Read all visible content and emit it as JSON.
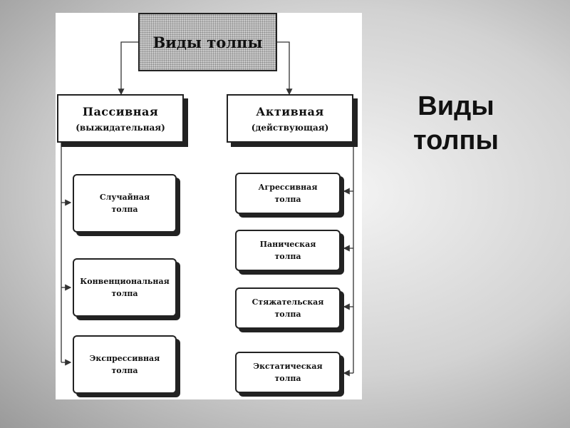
{
  "diagram": {
    "title": "Виды толпы",
    "passive": {
      "title": "Пассивная",
      "subtitle": "(выжидательная)",
      "items": [
        {
          "line1": "Случайная",
          "line2": "толпа"
        },
        {
          "line1": "Конвенциональная",
          "line2": "толпа"
        },
        {
          "line1": "Экспрессивная",
          "line2": "толпа"
        }
      ]
    },
    "active": {
      "title": "Активная",
      "subtitle": "(действующая)",
      "items": [
        {
          "line1": "Агрессивная",
          "line2": "толпа"
        },
        {
          "line1": "Паническая",
          "line2": "толпа"
        },
        {
          "line1": "Стяжательская",
          "line2": "толпа"
        },
        {
          "line1": "Экстатическая",
          "line2": "толпа"
        }
      ]
    }
  },
  "slide": {
    "title_line1": "Виды",
    "title_line2": "толпы"
  }
}
